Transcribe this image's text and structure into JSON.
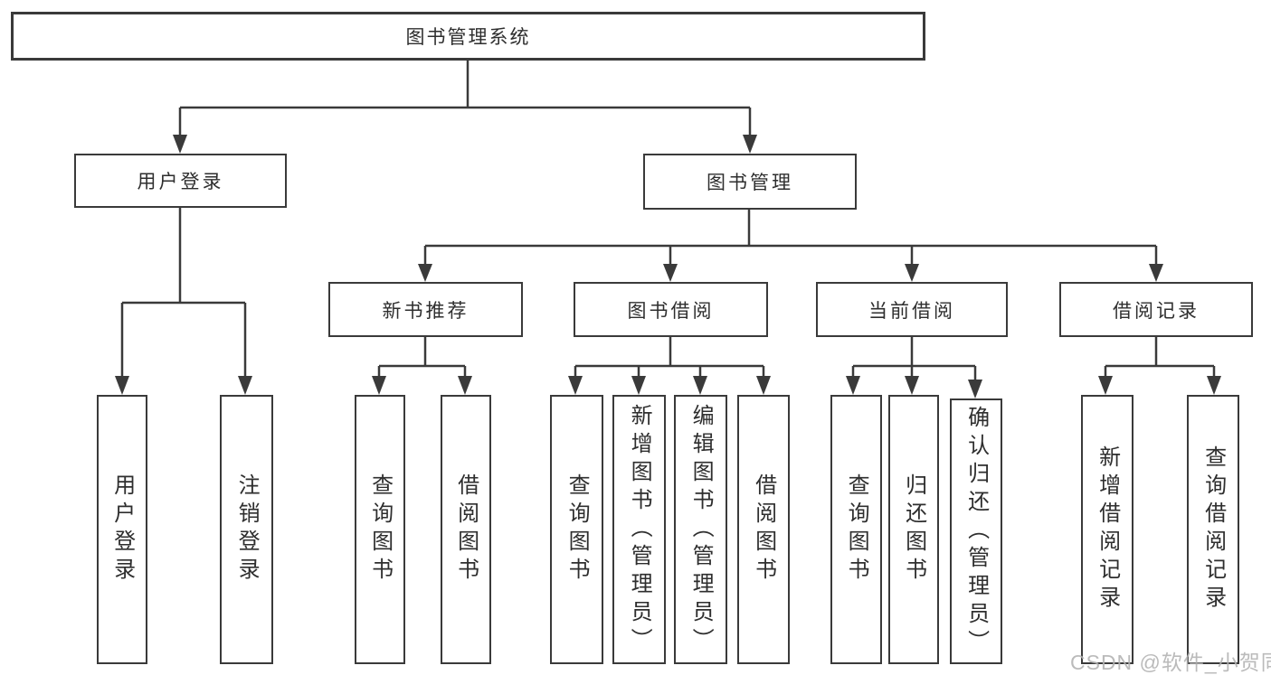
{
  "tree": {
    "label": "图书管理系统",
    "children": [
      {
        "label": "用户登录",
        "children": [
          {
            "label": "用户登录"
          },
          {
            "label": "注销登录"
          }
        ]
      },
      {
        "label": "图书管理",
        "children": [
          {
            "label": "新书推荐",
            "children": [
              {
                "label": "查询图书"
              },
              {
                "label": "借阅图书"
              }
            ]
          },
          {
            "label": "图书借阅",
            "children": [
              {
                "label": "查询图书"
              },
              {
                "label": "新增图书（管理员）"
              },
              {
                "label": "编辑图书（管理员）"
              },
              {
                "label": "借阅图书"
              }
            ]
          },
          {
            "label": "当前借阅",
            "children": [
              {
                "label": "查询图书"
              },
              {
                "label": "归还图书"
              },
              {
                "label": "确认归还（管理员）"
              }
            ]
          },
          {
            "label": "借阅记录",
            "children": [
              {
                "label": "新增借阅记录"
              },
              {
                "label": "查询借阅记录"
              }
            ]
          }
        ]
      }
    ]
  },
  "watermark": {
    "text": "CSDN @软件_小贺同学",
    "color": "#b2b2b2"
  },
  "colors": {
    "line": "#3a3a3a",
    "box_border": "#3a3a3a",
    "text": "#2e2e2e",
    "background": "#ffffff"
  }
}
